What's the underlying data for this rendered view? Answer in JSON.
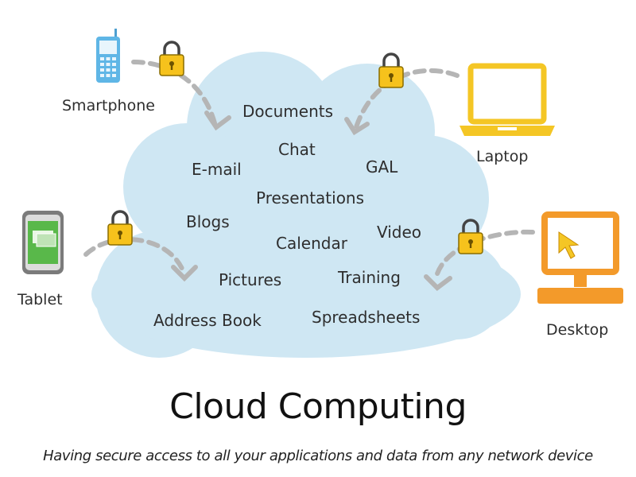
{
  "title": "Cloud Computing",
  "subtitle": "Having secure access to all your applications and data from any network device",
  "cloud": {
    "items": [
      "Documents",
      "Chat",
      "E-mail",
      "GAL",
      "Presentations",
      "Blogs",
      "Video",
      "Calendar",
      "Training",
      "Pictures",
      "Address Book",
      "Spreadsheets"
    ]
  },
  "devices": {
    "smartphone": "Smartphone",
    "laptop": "Laptop",
    "tablet": "Tablet",
    "desktop": "Desktop"
  },
  "colors": {
    "cloud": "#cfe7f3",
    "lock": "#f6c21c",
    "smartphone": "#5fb6e6",
    "laptop": "#f4c625",
    "tablet_frame": "#6d6d6d",
    "tablet_screen": "#59b84a",
    "desktop": "#f39a2a",
    "arrow": "#b5b5b5"
  }
}
